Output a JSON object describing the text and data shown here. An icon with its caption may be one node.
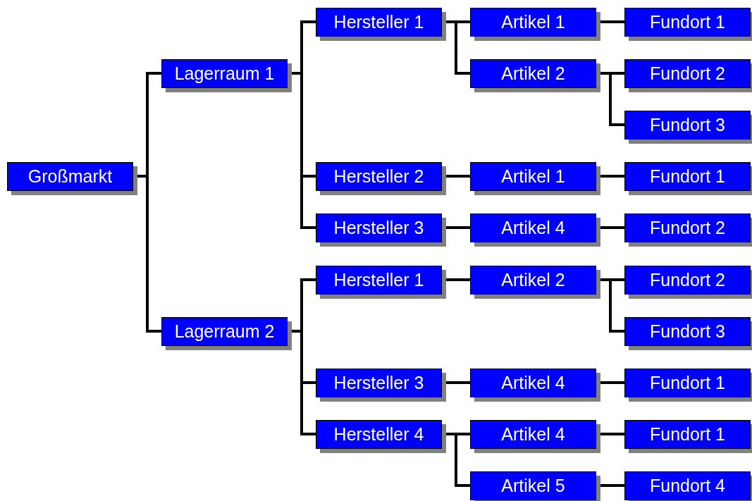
{
  "diagram": {
    "nodes": [
      {
        "text": [
          "Großmarkt"
        ]
      },
      {
        "text": [
          "Lagerraum 1"
        ]
      },
      {
        "text": [
          "Hersteller 1"
        ]
      },
      {
        "text": [
          "Artikel 1"
        ]
      },
      {
        "text": [
          "Fundort 1"
        ]
      },
      {
        "text": [
          "Artikel 2"
        ]
      },
      {
        "text": [
          "Fundort 2"
        ]
      },
      {
        "text": [
          "Fundort 3"
        ]
      },
      {
        "text": [
          "Hersteller 2"
        ]
      },
      {
        "text": [
          "Artikel 1"
        ]
      },
      {
        "text": [
          "Fundort 1"
        ]
      },
      {
        "text": [
          "Hersteller 3"
        ]
      },
      {
        "text": [
          "Artikel 4"
        ]
      },
      {
        "text": [
          "Fundort 2"
        ]
      },
      {
        "text": [
          "Lagerraum 2"
        ]
      },
      {
        "text": [
          "Hersteller 1"
        ]
      },
      {
        "text": [
          "Artikel 2"
        ]
      },
      {
        "text": [
          "Fundort 2"
        ]
      },
      {
        "text": [
          "Fundort 3"
        ]
      },
      {
        "text": [
          "Hersteller 3"
        ]
      },
      {
        "text": [
          "Artikel 4"
        ]
      },
      {
        "text": [
          "Fundort 1"
        ]
      },
      {
        "text": [
          "Hersteller 4"
        ]
      },
      {
        "text": [
          "Artikel 4"
        ]
      },
      {
        "text": [
          "Fundort 1"
        ]
      },
      {
        "text": [
          "Artikel 5"
        ]
      },
      {
        "text": [
          "Fundort 4"
        ]
      }
    ],
    "edges": [
      {
        "from": 0,
        "to": 1,
        "arrow": "none"
      },
      {
        "from": 1,
        "to": 2,
        "arrow": "none"
      },
      {
        "from": 2,
        "to": 3,
        "arrow": "none"
      },
      {
        "from": 3,
        "to": 4,
        "arrow": "none"
      },
      {
        "from": 2,
        "to": 5,
        "arrow": "none"
      },
      {
        "from": 5,
        "to": 6,
        "arrow": "none"
      },
      {
        "from": 5,
        "to": 7,
        "arrow": "none"
      },
      {
        "from": 1,
        "to": 8,
        "arrow": "none"
      },
      {
        "from": 8,
        "to": 9,
        "arrow": "none"
      },
      {
        "from": 9,
        "to": 10,
        "arrow": "none"
      },
      {
        "from": 1,
        "to": 11,
        "arrow": "none"
      },
      {
        "from": 11,
        "to": 12,
        "arrow": "none"
      },
      {
        "from": 12,
        "to": 13,
        "arrow": "none"
      },
      {
        "from": 0,
        "to": 14,
        "arrow": "none"
      },
      {
        "from": 14,
        "to": 15,
        "arrow": "none"
      },
      {
        "from": 15,
        "to": 16,
        "arrow": "none"
      },
      {
        "from": 16,
        "to": 17,
        "arrow": "none"
      },
      {
        "from": 16,
        "to": 18,
        "arrow": "none"
      },
      {
        "from": 14,
        "to": 19,
        "arrow": "none"
      },
      {
        "from": 19,
        "to": 20,
        "arrow": "none"
      },
      {
        "from": 20,
        "to": 21,
        "arrow": "none"
      },
      {
        "from": 14,
        "to": 22,
        "arrow": "none"
      },
      {
        "from": 22,
        "to": 23,
        "arrow": "none"
      },
      {
        "from": 23,
        "to": 24,
        "arrow": "none"
      },
      {
        "from": 22,
        "to": 25,
        "arrow": "none"
      },
      {
        "from": 25,
        "to": 26,
        "arrow": "none"
      }
    ]
  }
}
